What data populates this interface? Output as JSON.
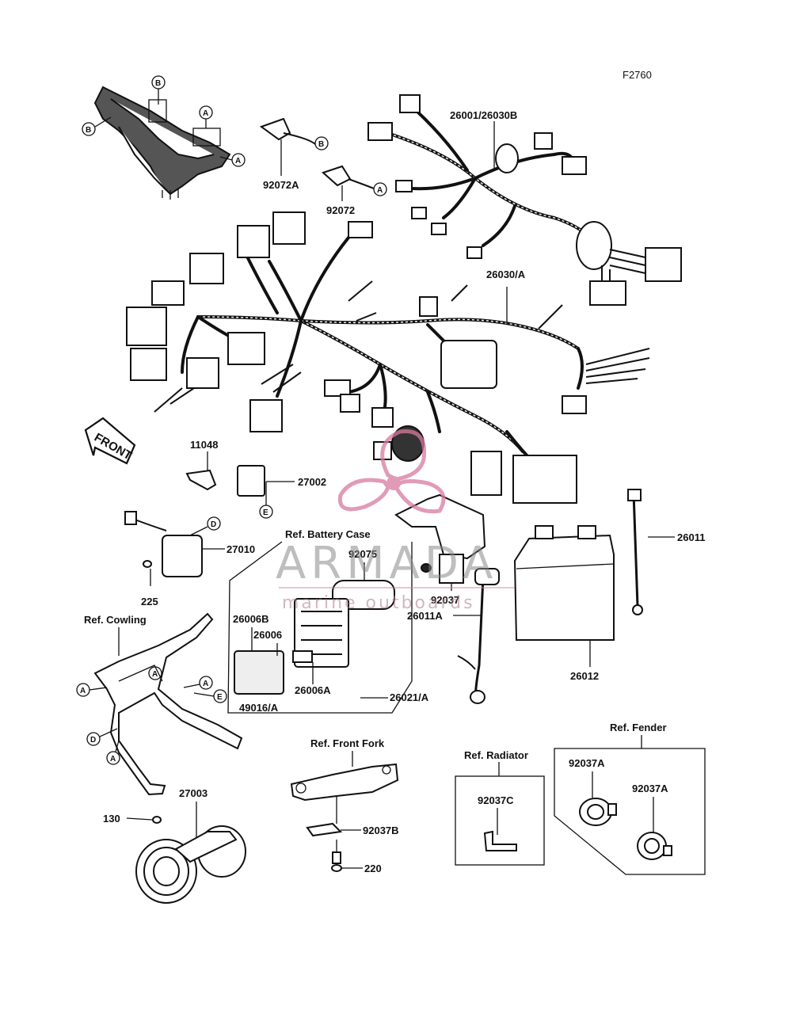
{
  "figure_code": "F2760",
  "watermark": {
    "brand": "ARMADA",
    "tagline": "marine outboards",
    "accent": "#d77aa0"
  },
  "front_arrow": "FRONT",
  "parts": [
    {
      "id": "92072A",
      "label": "92072A"
    },
    {
      "id": "92072",
      "label": "92072"
    },
    {
      "id": "26001_26030B",
      "label": "26001/26030B"
    },
    {
      "id": "26030A",
      "label": "26030/A"
    },
    {
      "id": "11048",
      "label": "11048"
    },
    {
      "id": "27002",
      "label": "27002"
    },
    {
      "id": "27010",
      "label": "27010"
    },
    {
      "id": "225",
      "label": "225"
    },
    {
      "id": "ref_battery_case",
      "label": "Ref. Battery Case"
    },
    {
      "id": "92075",
      "label": "92075"
    },
    {
      "id": "26006B",
      "label": "26006B"
    },
    {
      "id": "26006",
      "label": "26006"
    },
    {
      "id": "26006A",
      "label": "26006A"
    },
    {
      "id": "49016A",
      "label": "49016/A"
    },
    {
      "id": "26021A",
      "label": "26021/A"
    },
    {
      "id": "92037",
      "label": "92037"
    },
    {
      "id": "26011A",
      "label": "26011A"
    },
    {
      "id": "26011",
      "label": "26011"
    },
    {
      "id": "26012",
      "label": "26012"
    },
    {
      "id": "ref_cowling",
      "label": "Ref. Cowling"
    },
    {
      "id": "27003",
      "label": "27003"
    },
    {
      "id": "130",
      "label": "130"
    },
    {
      "id": "ref_front_fork",
      "label": "Ref. Front Fork"
    },
    {
      "id": "92037B",
      "label": "92037B"
    },
    {
      "id": "220",
      "label": "220"
    },
    {
      "id": "ref_radiator",
      "label": "Ref. Radiator"
    },
    {
      "id": "92037C",
      "label": "92037C"
    },
    {
      "id": "ref_fender",
      "label": "Ref. Fender"
    },
    {
      "id": "92037A_1",
      "label": "92037A"
    },
    {
      "id": "92037A_2",
      "label": "92037A"
    }
  ],
  "callouts": {
    "A": "A",
    "B": "B",
    "D": "D",
    "E": "E"
  }
}
